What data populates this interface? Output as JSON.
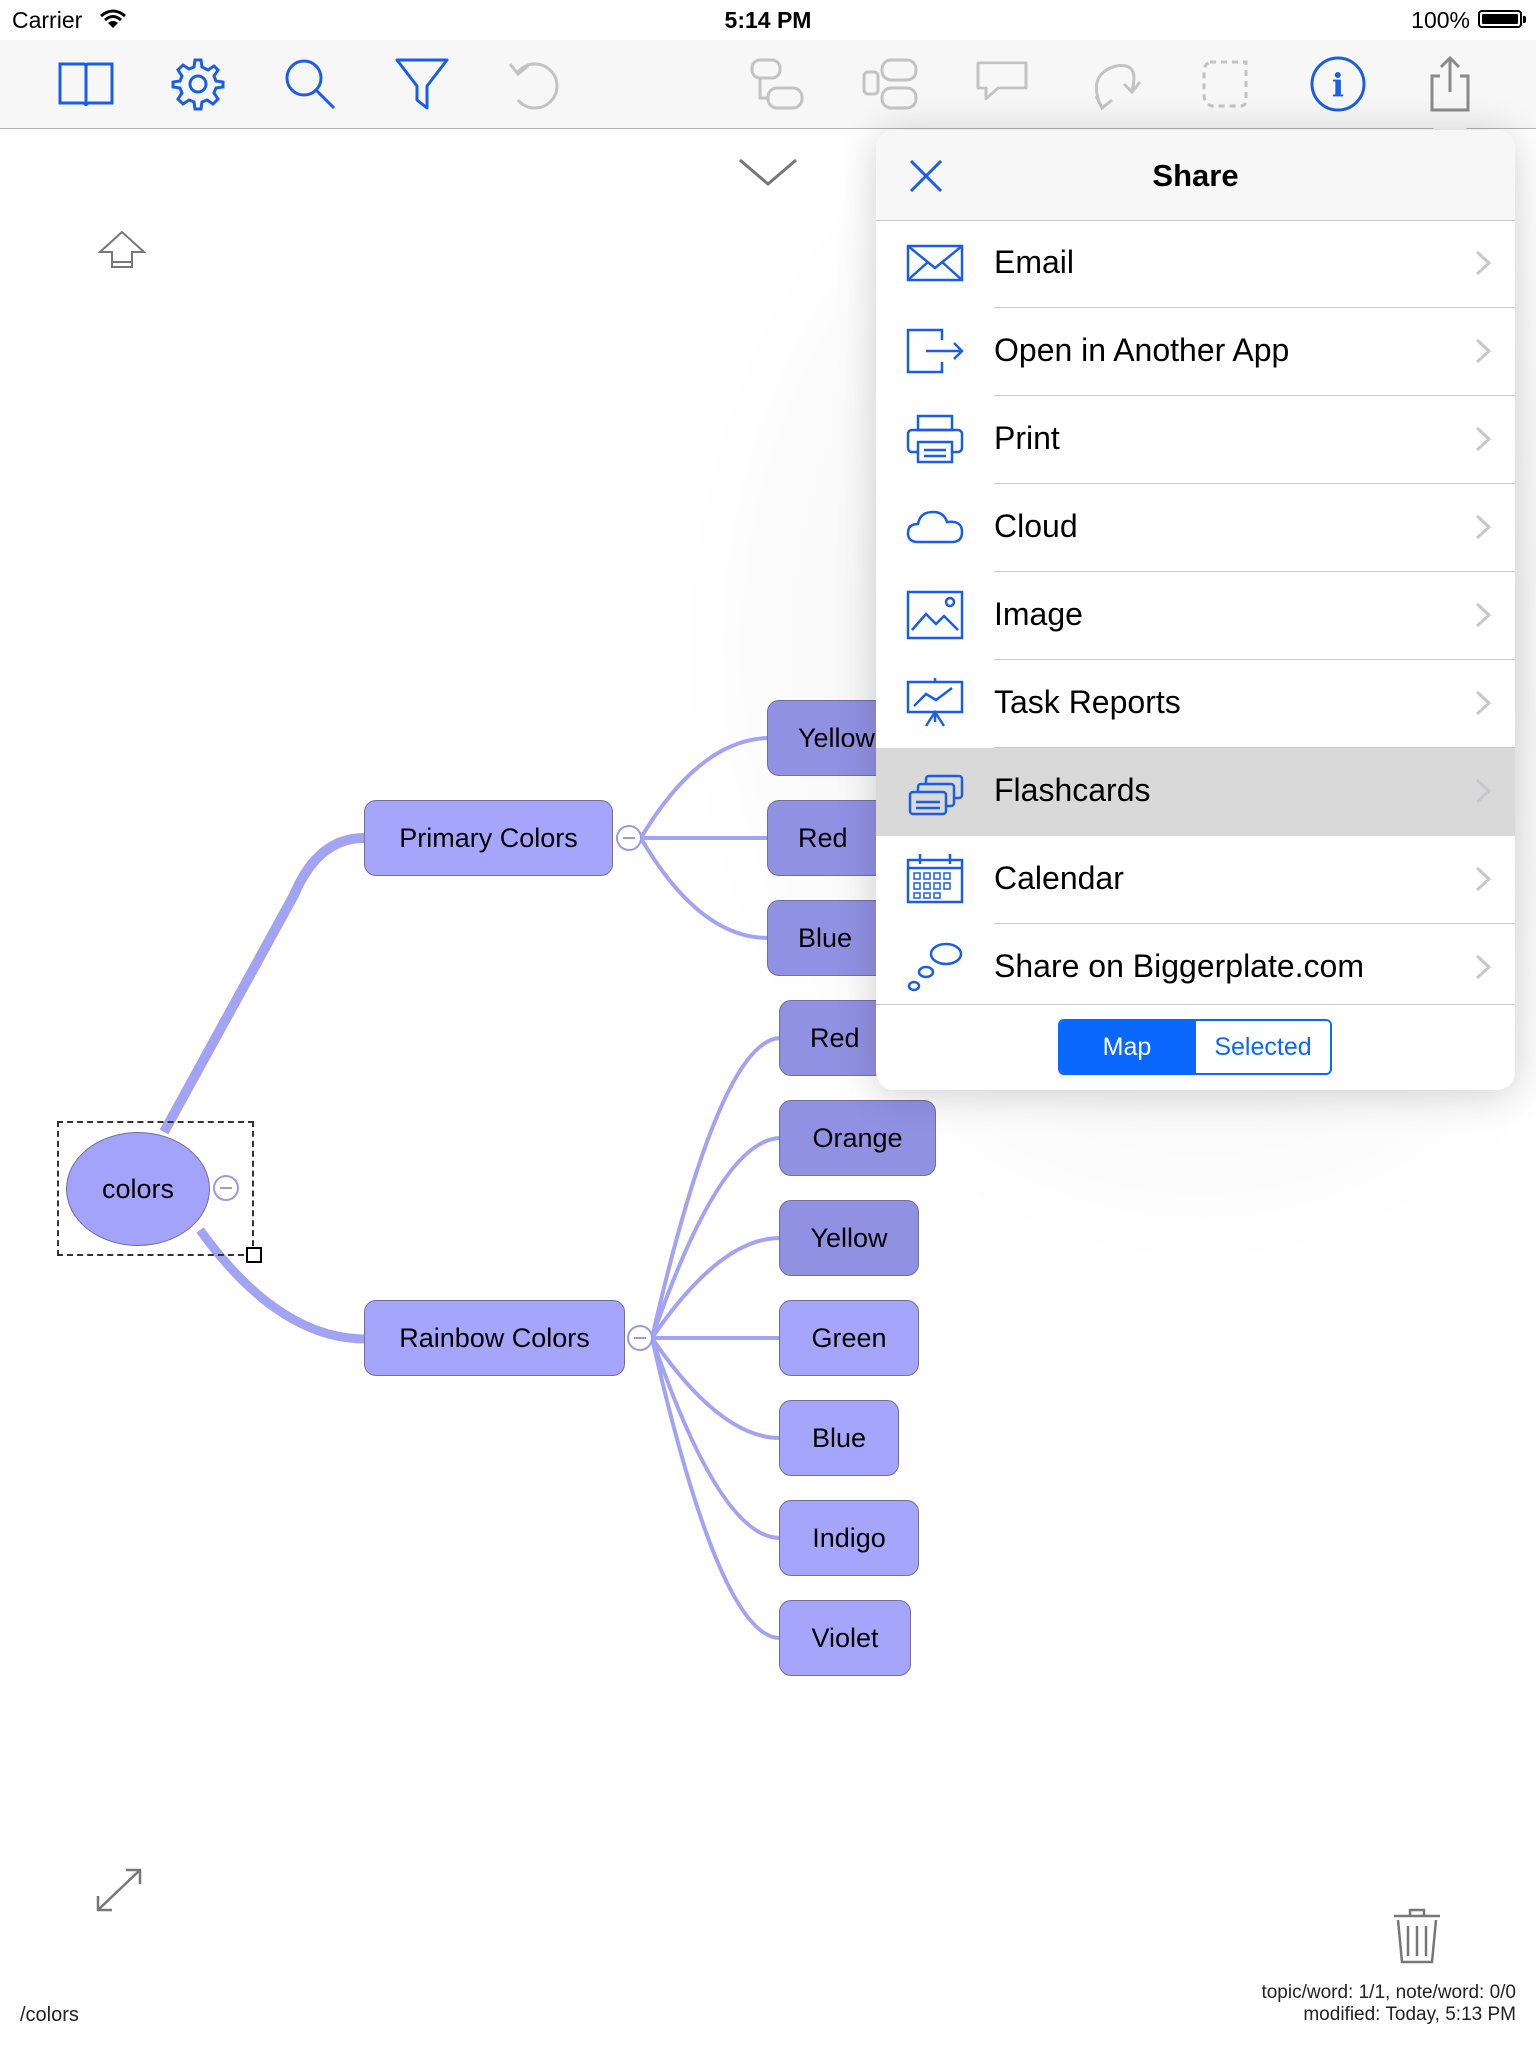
{
  "status_bar": {
    "carrier": "Carrier",
    "time": "5:14 PM",
    "battery": "100%"
  },
  "toolbar": {
    "icons": [
      "book-icon",
      "gear-icon",
      "search-icon",
      "filter-icon",
      "undo-icon",
      "add-sibling-icon",
      "add-child-icon",
      "callout-icon",
      "relationship-icon",
      "boundary-icon",
      "info-icon",
      "share-icon"
    ],
    "accent_color": "#1a5ee8",
    "disabled_color": "#c3c3c3"
  },
  "map": {
    "root": "colors",
    "primary": {
      "label": "Primary Colors",
      "children": [
        "Yellow",
        "Red",
        "Blue"
      ]
    },
    "rainbow": {
      "label": "Rainbow Colors",
      "children": [
        "Red",
        "Orange",
        "Yellow",
        "Green",
        "Blue",
        "Indigo",
        "Violet"
      ]
    },
    "node_color": "#a5a5fc",
    "node_color_dark": "#9191e4",
    "line_color": "#a3a3f3"
  },
  "share_popover": {
    "title": "Share",
    "items": [
      {
        "label": "Email",
        "icon": "envelope-icon"
      },
      {
        "label": "Open in Another App",
        "icon": "open-in-app-icon"
      },
      {
        "label": "Print",
        "icon": "printer-icon"
      },
      {
        "label": "Cloud",
        "icon": "cloud-icon"
      },
      {
        "label": "Image",
        "icon": "image-icon"
      },
      {
        "label": "Task Reports",
        "icon": "presentation-chart-icon"
      },
      {
        "label": "Flashcards",
        "icon": "flashcards-icon"
      },
      {
        "label": "Calendar",
        "icon": "calendar-icon"
      },
      {
        "label": "Share on Biggerplate.com",
        "icon": "thought-bubble-icon"
      }
    ],
    "highlighted": "Flashcards",
    "segment": {
      "map": "Map",
      "selected": "Selected",
      "active": "Map"
    }
  },
  "footer": {
    "path": "/colors",
    "stats": "topic/word: 1/1, note/word: 0/0",
    "modified": "modified: Today, 5:13 PM"
  }
}
